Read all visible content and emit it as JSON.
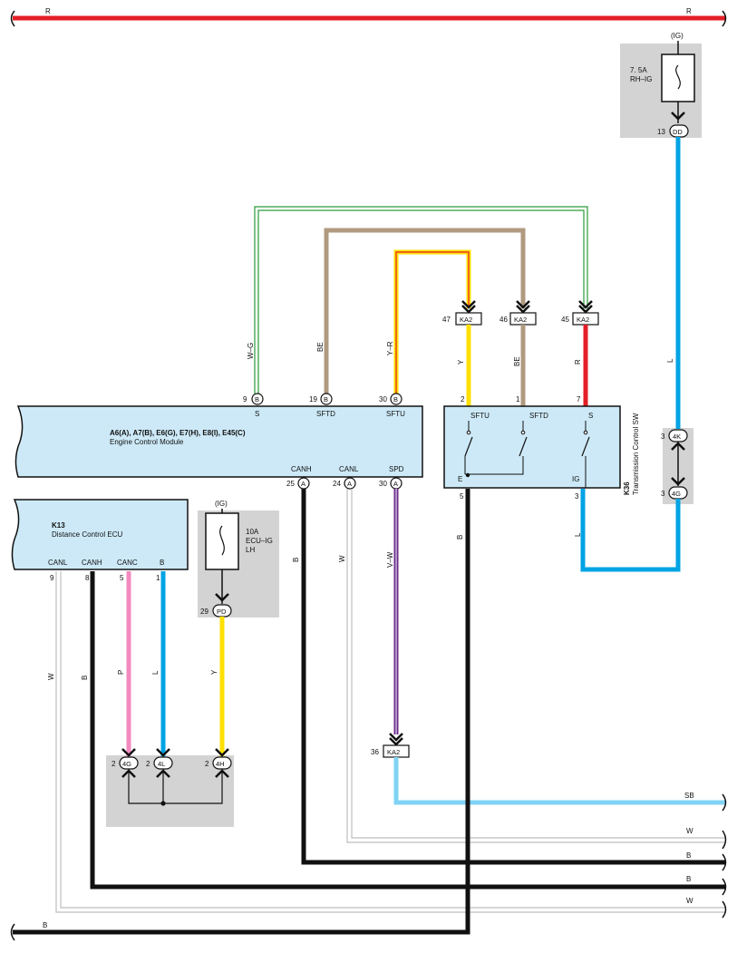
{
  "wire_colors": {
    "R": "#e41e26",
    "L": "#00a3e4",
    "SB": "#7fd3f5",
    "B": "#111111",
    "W": "#bdbdbd",
    "P": "#f28ac0",
    "Y": "#ffe000",
    "BE": "#b09a80",
    "W-G": "#2a9a3a",
    "Y-R": "#e41e26",
    "V-W": "#6a2c8e",
    "ecu_fill": "#cde9f7",
    "shade": "#d3d3d3"
  },
  "top_bus": {
    "left": "R",
    "right": "R"
  },
  "rh_fuse": {
    "supply": "(IG)",
    "amp": "7. 5A",
    "name": "RH–IG",
    "pin": "13",
    "conn": "DD"
  },
  "ecu_fuse": {
    "supply": "(IG)",
    "amp": "10A",
    "name1": "ECU–IG",
    "name2": "LH",
    "pin": "29",
    "conn": "PD"
  },
  "ecm": {
    "title": "A6(A), A7(B), E6(G), E7(H), E8(I), E45(C)",
    "subtitle": "Engine Control Module",
    "top_pins": [
      {
        "num": "9",
        "conn": "B",
        "label": "S",
        "wire": "W–G"
      },
      {
        "num": "19",
        "conn": "B",
        "label": "SFTD",
        "wire": "BE"
      },
      {
        "num": "30",
        "conn": "B",
        "label": "SFTU",
        "wire": "Y–R"
      }
    ],
    "bottom_pins": [
      {
        "num": "25",
        "conn": "A",
        "label": "CANH",
        "wire": "B"
      },
      {
        "num": "24",
        "conn": "A",
        "label": "CANL",
        "wire": "W"
      },
      {
        "num": "30",
        "conn": "A",
        "label": "SPD",
        "wire": "V–W"
      }
    ]
  },
  "k36": {
    "code": "K36",
    "name": "Transmission Control SW",
    "junctions": [
      {
        "num": "47",
        "conn": "KA2",
        "wire": "Y"
      },
      {
        "num": "46",
        "conn": "KA2",
        "wire": "BE"
      },
      {
        "num": "45",
        "conn": "KA2",
        "wire": "R"
      }
    ],
    "top_pins": [
      {
        "num": "2",
        "label": "SFTU"
      },
      {
        "num": "1",
        "label": "SFTD"
      },
      {
        "num": "7",
        "label": "S"
      }
    ],
    "bottom_pins": [
      {
        "num": "5",
        "label": "E",
        "wire": "B"
      },
      {
        "num": "3",
        "label": "IG",
        "wire": "L"
      }
    ]
  },
  "right_splice": {
    "wire": "L",
    "top": {
      "num": "3",
      "conn": "4K"
    },
    "bottom": {
      "num": "3",
      "conn": "4G"
    }
  },
  "k13": {
    "code": "K13",
    "name": "Distance Control ECU",
    "pins": [
      {
        "num": "9",
        "label": "CANL",
        "wire": "W"
      },
      {
        "num": "8",
        "label": "CANH",
        "wire": "B"
      },
      {
        "num": "5",
        "label": "CANC",
        "wire": "P"
      },
      {
        "num": "1",
        "label": "B",
        "wire": "L"
      }
    ]
  },
  "y_wire": "Y",
  "bottom_splice": [
    {
      "num": "2",
      "conn": "4G"
    },
    {
      "num": "2",
      "conn": "4L"
    },
    {
      "num": "2",
      "conn": "4H"
    }
  ],
  "spd_junction": {
    "num": "36",
    "conn": "KA2"
  },
  "right_exits": [
    "SB",
    "W",
    "B",
    "B",
    "W"
  ],
  "bottom_exit": "B"
}
